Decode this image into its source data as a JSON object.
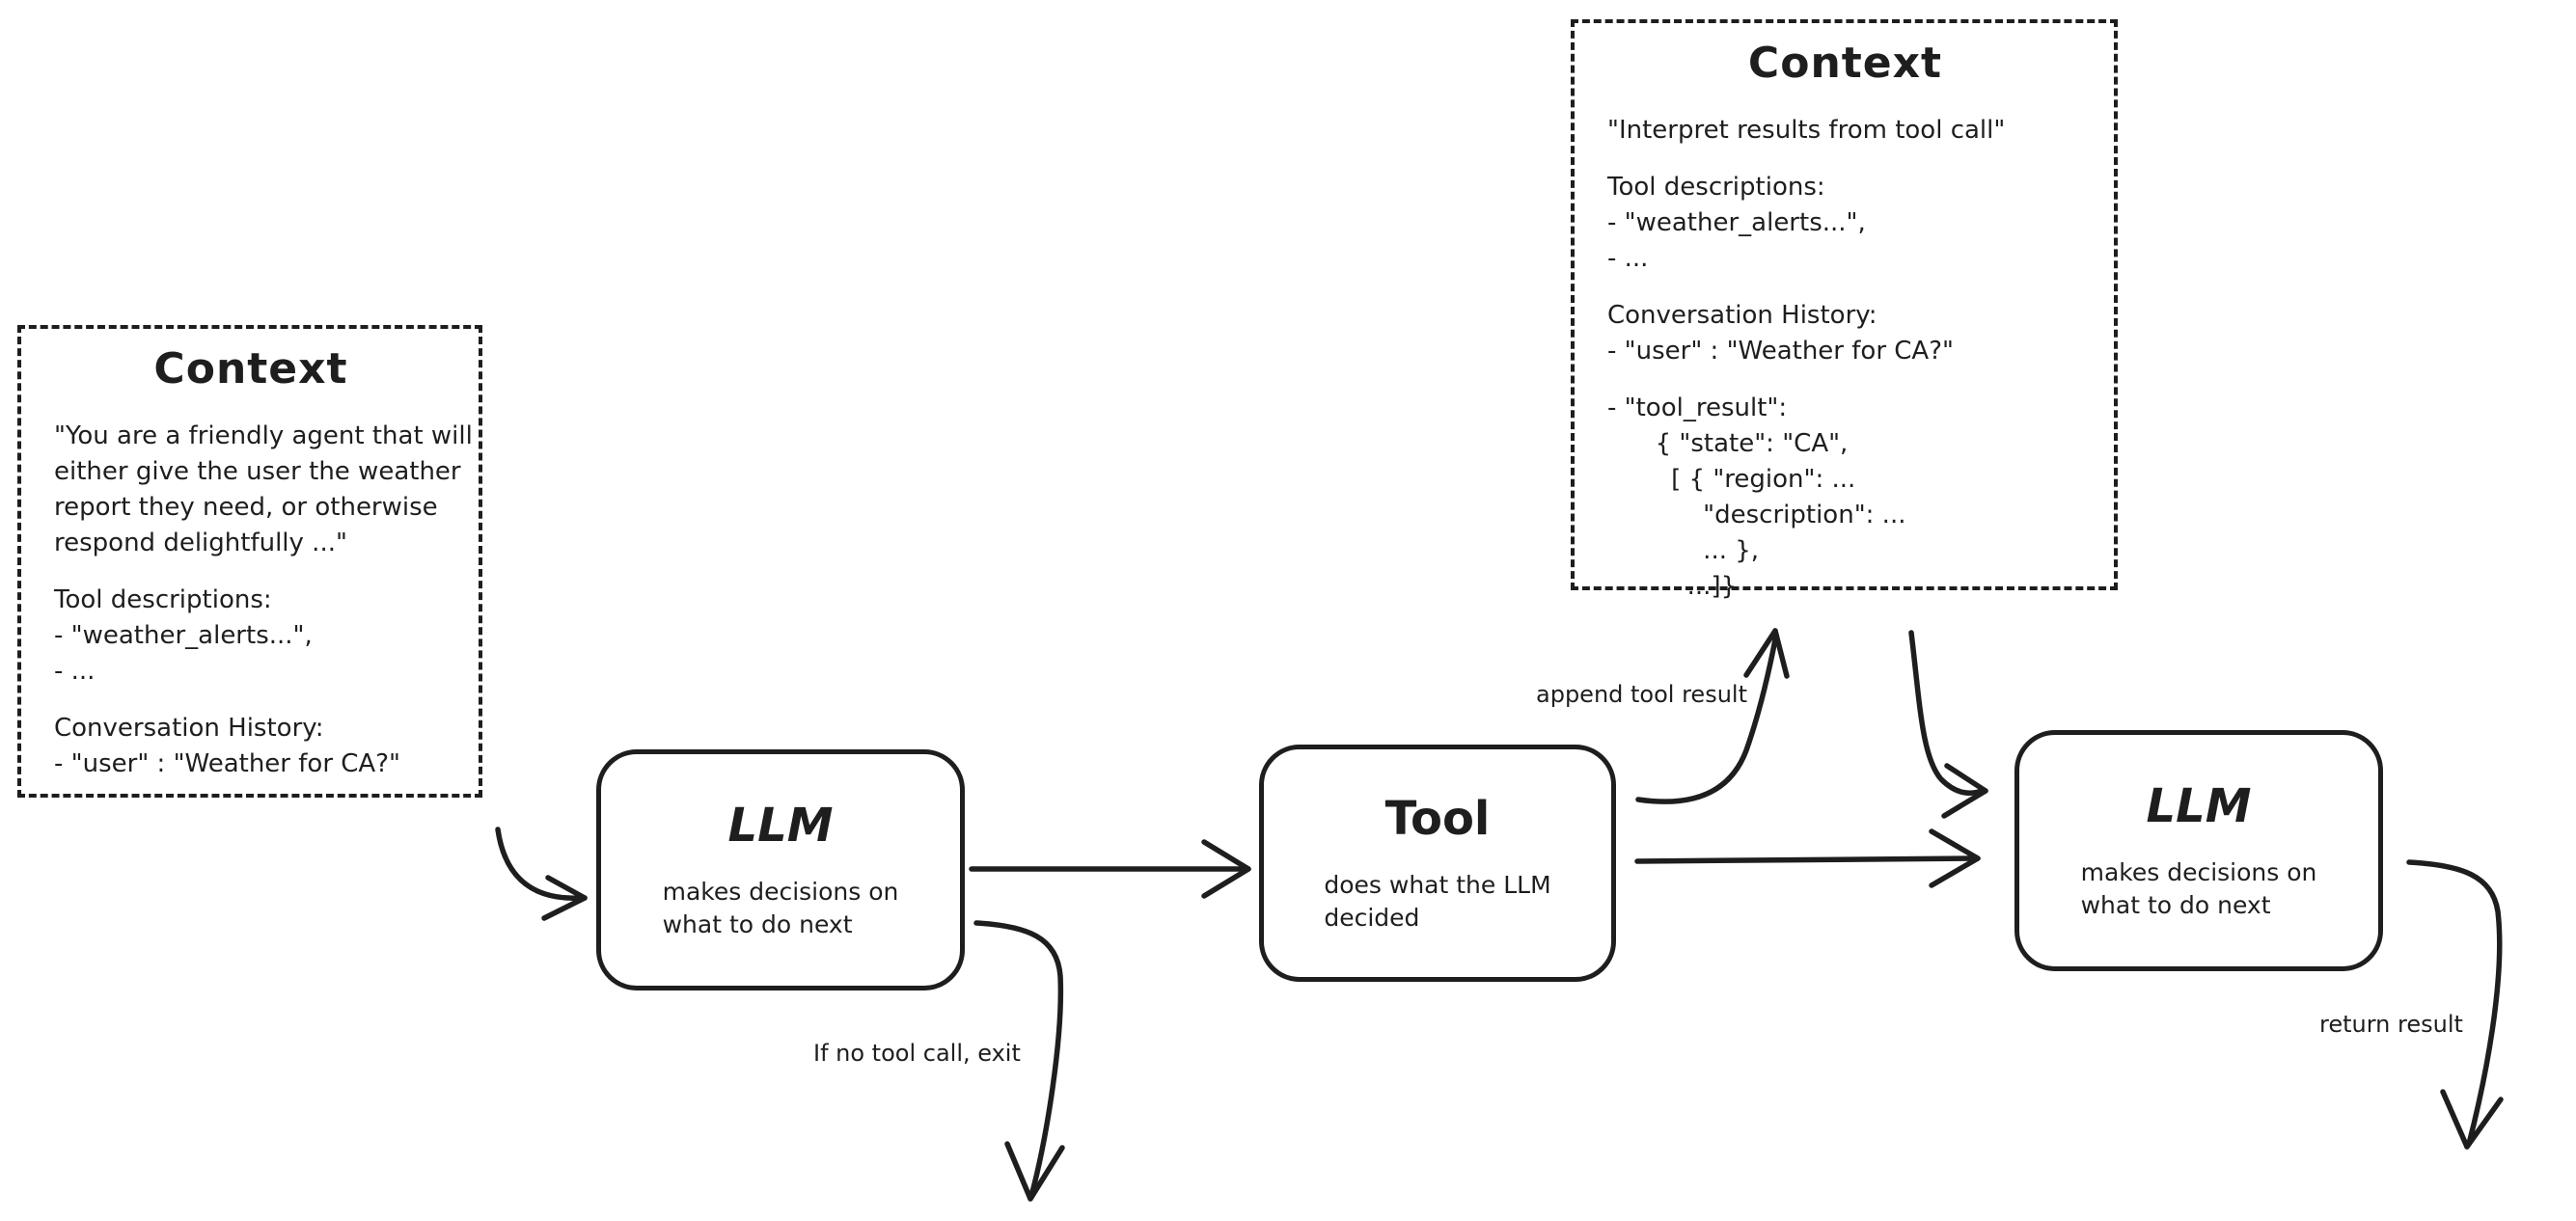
{
  "context_left": {
    "title": "Context",
    "prompt_lines": [
      "\"You are a friendly agent that will",
      "either give the user the weather",
      "report they need, or otherwise",
      "respond delightfully ...\""
    ],
    "tools_heading": "Tool descriptions:",
    "tools_lines": [
      "- \"weather_alerts...\",",
      "- ..."
    ],
    "history_heading": "Conversation History:",
    "history_lines": [
      "- \"user\" : \"Weather for CA?\""
    ]
  },
  "context_top": {
    "title": "Context",
    "prompt_lines": [
      "\"Interpret results from tool call\""
    ],
    "tools_heading": "Tool descriptions:",
    "tools_lines": [
      "- \"weather_alerts...\",",
      "- ..."
    ],
    "history_heading": "Conversation History:",
    "history_lines": [
      "- \"user\" : \"Weather for CA?\"",
      "- \"tool_result\":",
      "      { \"state\": \"CA\",",
      "        [ { \"region\": ...",
      "            \"description\": ...",
      "            ... },",
      "          ...]}"
    ]
  },
  "nodes": {
    "llm1": {
      "title": "LLM",
      "subtitle_lines": [
        "makes decisions on",
        "what to do next"
      ]
    },
    "tool": {
      "title": "Tool",
      "subtitle_lines": [
        "does what the LLM",
        "decided"
      ]
    },
    "llm2": {
      "title": "LLM",
      "subtitle_lines": [
        "makes decisions on",
        "what to do next"
      ]
    }
  },
  "edge_labels": {
    "append_tool_result": "append tool result",
    "exit": "If no tool call, exit",
    "return_result": "return result"
  },
  "colors": {
    "ink": "#1e1e1e",
    "background": "#ffffff"
  }
}
